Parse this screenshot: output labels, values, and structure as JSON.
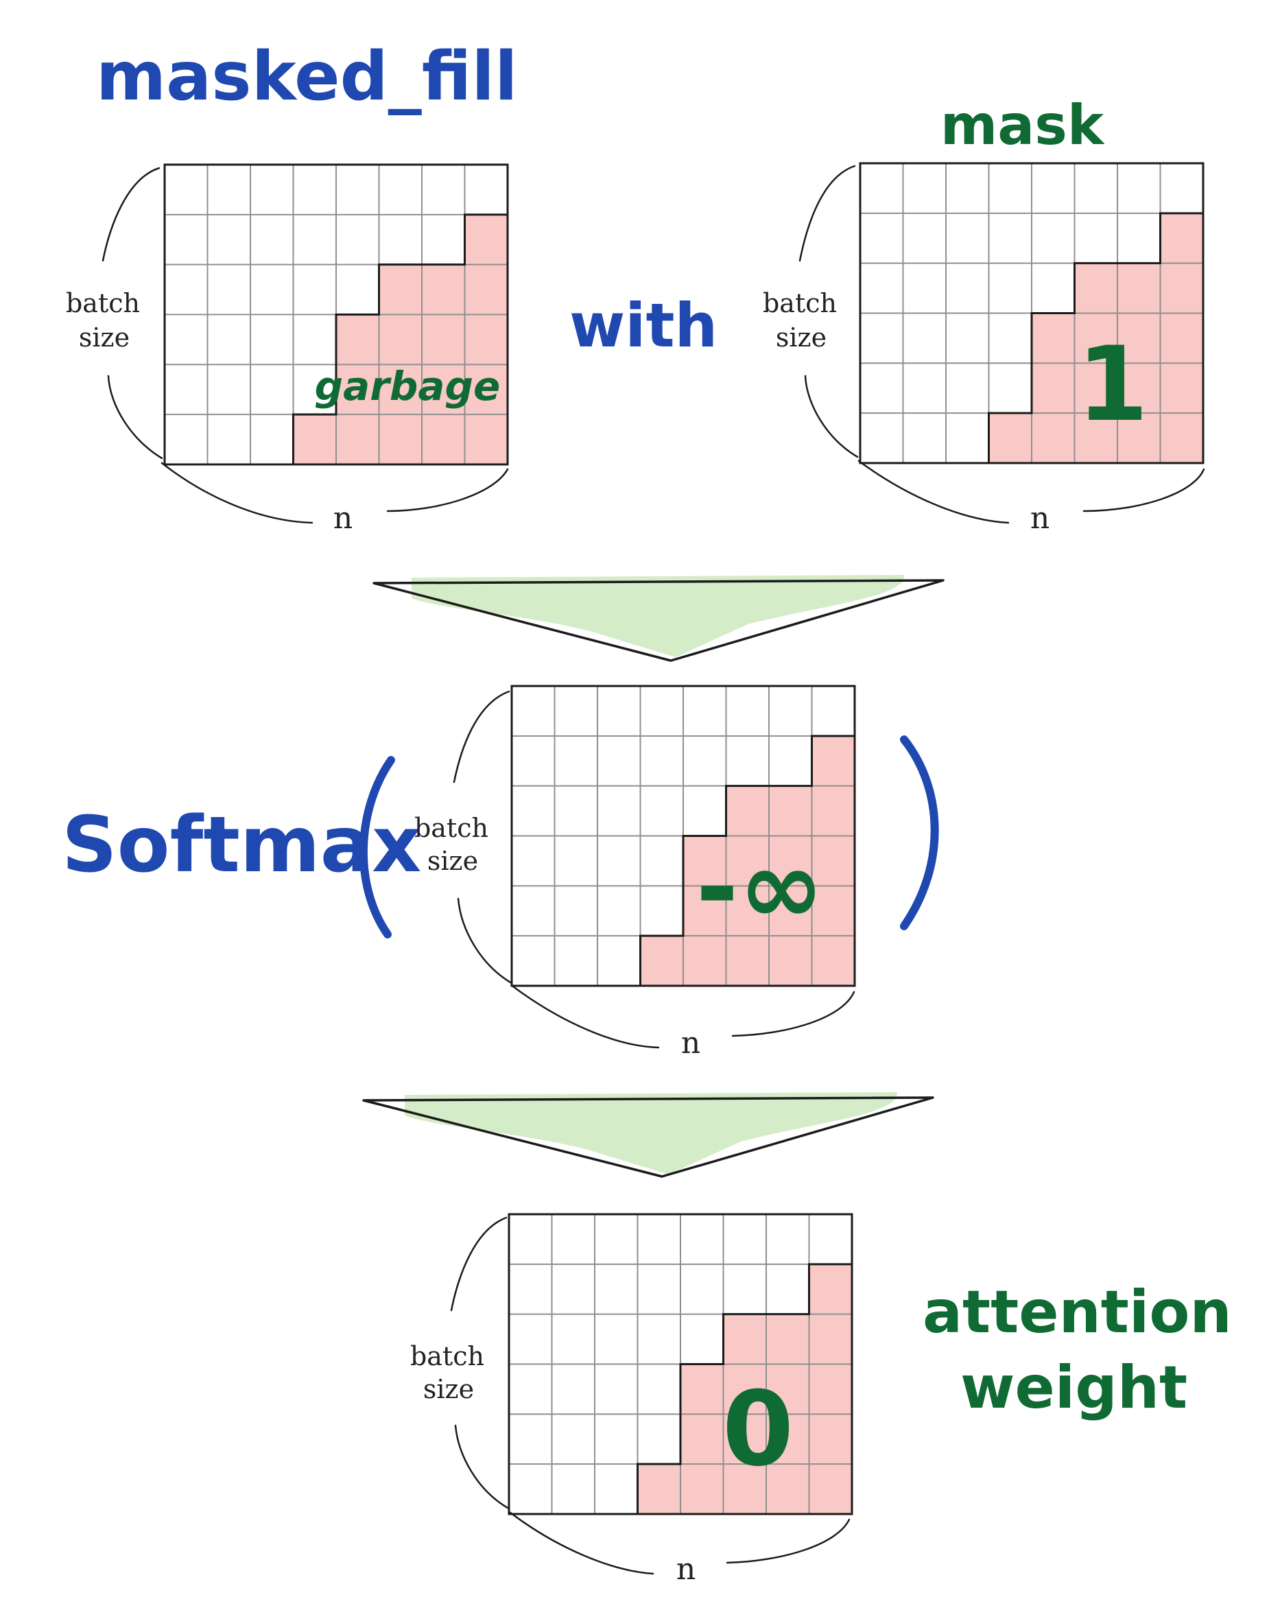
{
  "title": "masked_fill",
  "with_word": "with",
  "softmax_label": "Softmax",
  "result_label_line1": "attention",
  "result_label_line2": "weight",
  "axis": {
    "row_label_line1": "batch",
    "row_label_line2": "size",
    "col_label": "n"
  },
  "grid": {
    "rows": 6,
    "cols": 8,
    "masked_start_col": [
      8,
      7,
      5,
      4,
      4,
      3
    ]
  },
  "matrices": [
    {
      "id": "garbage",
      "title": "",
      "cell_text": "garbage"
    },
    {
      "id": "mask",
      "title": "mask",
      "cell_text": "1"
    },
    {
      "id": "neg-inf",
      "title": "",
      "cell_text": "-∞"
    },
    {
      "id": "zero",
      "title": "",
      "cell_text": "0"
    }
  ],
  "colors": {
    "blue_ink": "#1f48b0",
    "green_ink": "#0f6a33",
    "mask_fill": "#f8c9c6",
    "arrow_fill": "#d5ecc9",
    "grid_line": "#8f8f8f"
  }
}
